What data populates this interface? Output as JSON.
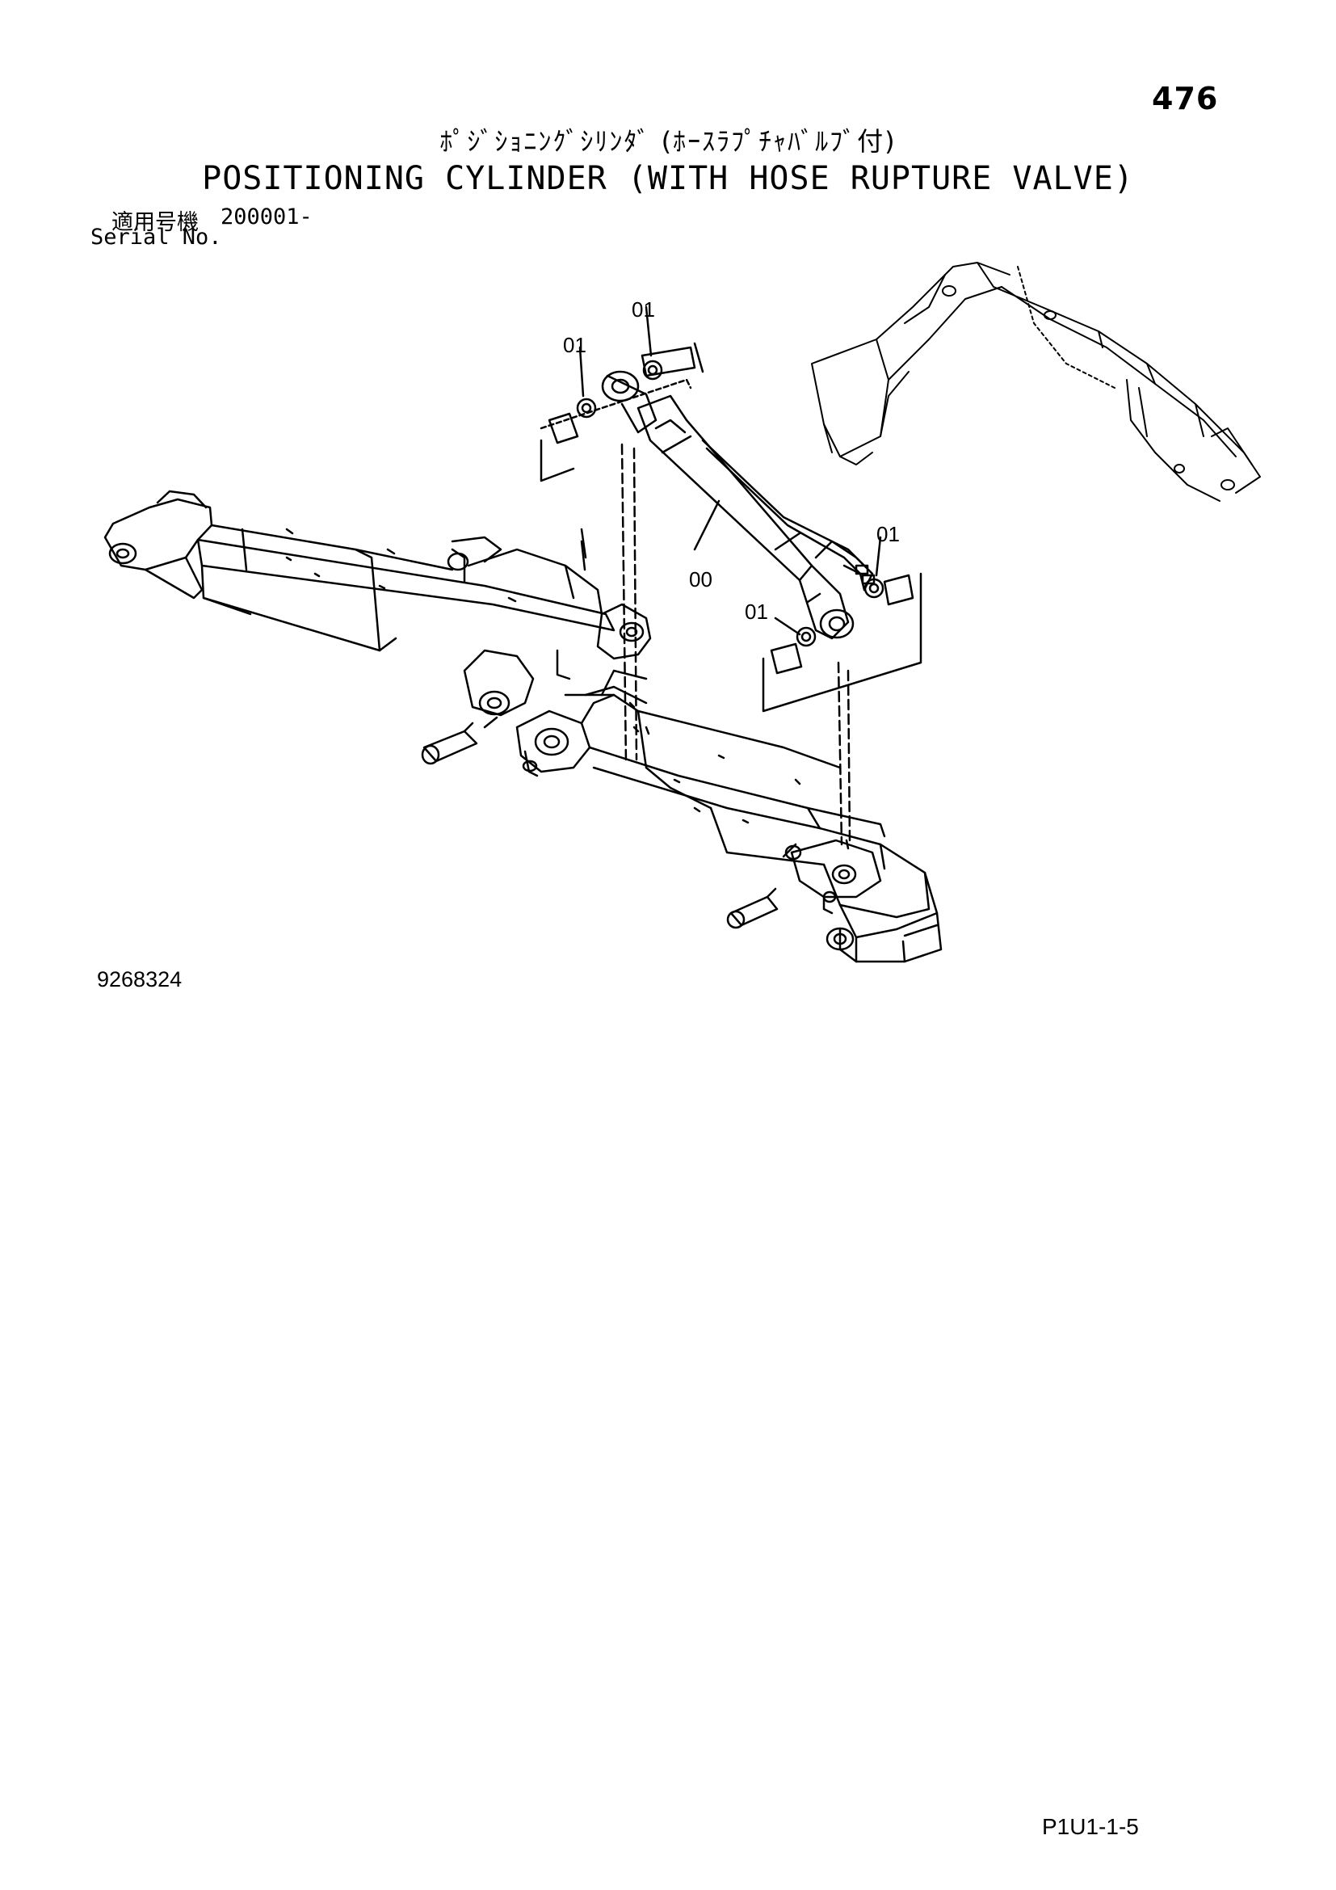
{
  "page_number": "476",
  "title_jp": "ﾎﾟｼﾞｼｮﾆﾝｸﾞｼﾘﾝﾀﾞ (ﾎｰｽﾗﾌﾟﾁｬﾊﾞﾙﾌﾞ付)",
  "title_en": "POSITIONING CYLINDER (WITH HOSE RUPTURE VALVE)",
  "serial": {
    "label_jp": "適用号機",
    "number": "200001-",
    "label_en": "Serial No."
  },
  "callouts": [
    "01",
    "01",
    "01",
    "00",
    "01"
  ],
  "drawing_number": "9268324",
  "footer_ref": "P1U1-1-5"
}
